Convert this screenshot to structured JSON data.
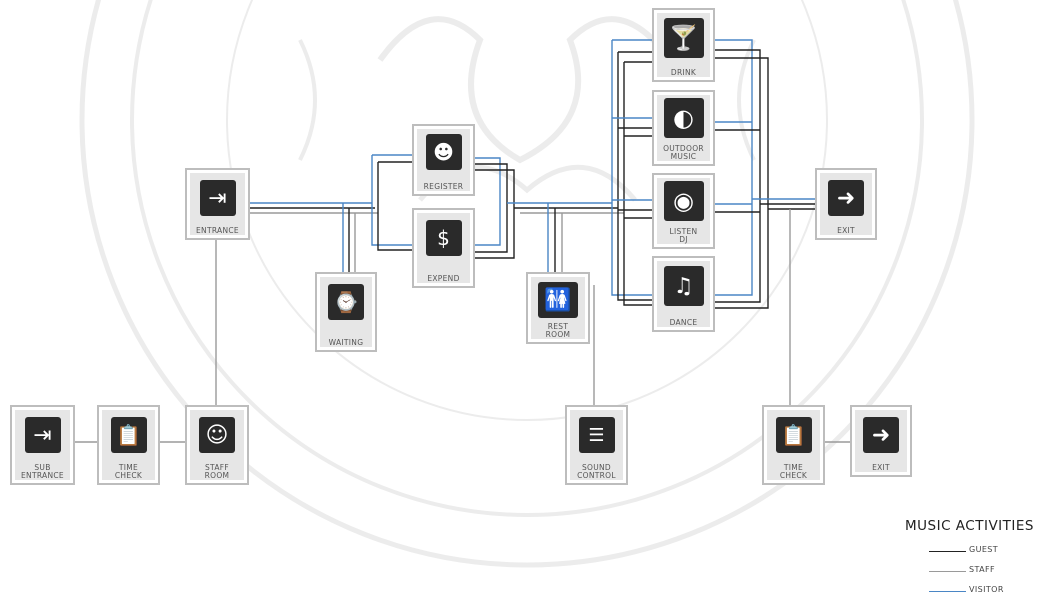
{
  "nodes": {
    "entrance": {
      "label": "ENTRANCE",
      "icon": "entrance-icon"
    },
    "waiting": {
      "label": "WAITING",
      "icon": "waiting-chair-icon"
    },
    "register": {
      "label": "REGISTER",
      "icon": "receptionist-icon"
    },
    "expend": {
      "label": "EXPEND",
      "icon": "atm-payment-icon"
    },
    "rest_room": {
      "label": "REST\nROOM",
      "icon": "restroom-icon"
    },
    "drink": {
      "label": "DRINK",
      "icon": "cocktail-icon"
    },
    "outdoor_music": {
      "label": "OUTDOOR\nMUSIC",
      "icon": "hearing-icon"
    },
    "listen_dj": {
      "label": "LISTEN\nDJ",
      "icon": "turntable-icon"
    },
    "dance": {
      "label": "DANCE",
      "icon": "dancer-icon"
    },
    "exit": {
      "label": "EXIT",
      "icon": "exit-door-icon"
    },
    "sub_entrance": {
      "label": "SUB\nENTRANCE",
      "icon": "entrance-icon"
    },
    "time_check_1": {
      "label": "TIME\nCHECK",
      "icon": "time-clipboard-icon"
    },
    "staff_room": {
      "label": "STAFF\nROOM",
      "icon": "staff-person-icon"
    },
    "sound_control": {
      "label": "SOUND\nCONTROL",
      "icon": "sound-rack-icon"
    },
    "time_check_2": {
      "label": "TIME\nCHECK",
      "icon": "time-clipboard-icon"
    },
    "exit_staff": {
      "label": "EXIT",
      "icon": "exit-door-icon"
    }
  },
  "legend": {
    "title": "MUSIC ACTIVITIES",
    "items": [
      {
        "label": "GUEST",
        "color": "#222222"
      },
      {
        "label": "STAFF",
        "color": "#9a9a9a"
      },
      {
        "label": "VISITOR",
        "color": "#4a86c5"
      }
    ]
  },
  "colors": {
    "guest": "#222222",
    "staff": "#9a9a9a",
    "visitor": "#4a86c5"
  }
}
